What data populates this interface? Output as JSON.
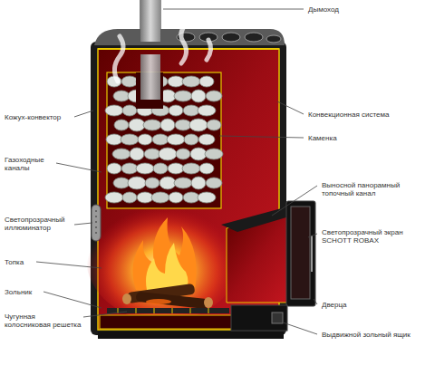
{
  "diagram": {
    "labels": [
      "Кожух-конвектор",
      "Газоходные каналы",
      "Светопрозрачный иллюминатор",
      "Топка",
      "Зольник",
      "Чугунная колосниковая решетка",
      "Дымоход",
      "Конвекционная система",
      "Каменка",
      "Выносной панорамный топочный канал",
      "Светопрозрачный экран SCHOTT ROBAX",
      "Дверца",
      "Выдвижной зольный ящик"
    ]
  }
}
